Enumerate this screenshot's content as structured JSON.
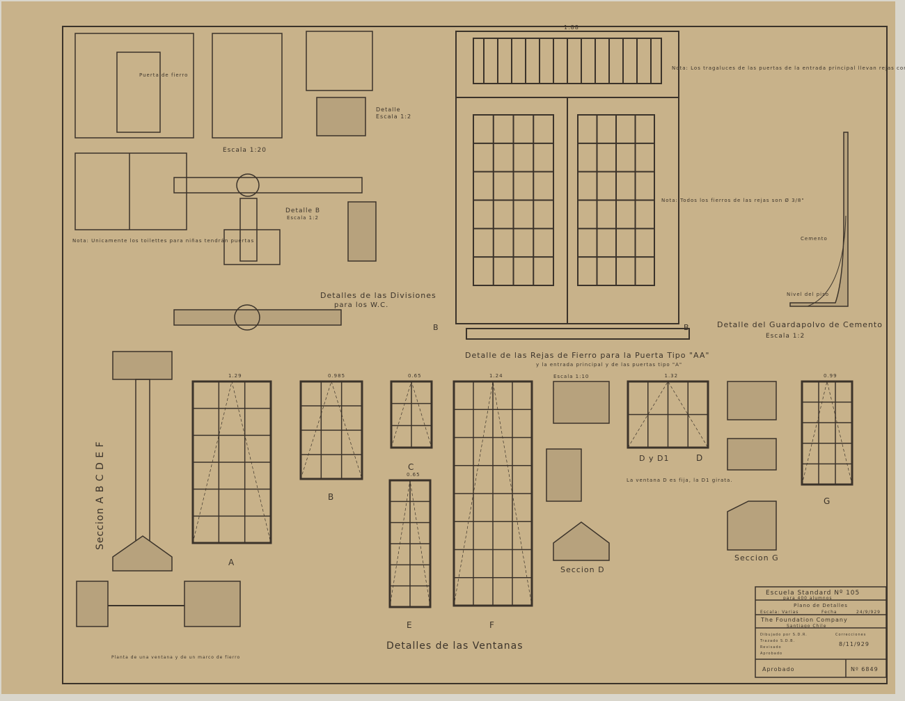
{
  "colors": {
    "paper": "#c8b28a",
    "ink": "#3b332a",
    "margin": "#d9d6cc"
  },
  "sheet_title": "Detalles de las Ventanas",
  "rejas": {
    "title": "Detalle de las Rejas de Fierro para la Puerta Tipo \"AA\"",
    "subtitle": "y la entrada principal y de las puertas tipo \"A\"",
    "scale": "Escala 1:10",
    "note_top": "Nota: Los tragaluces de las puertas de la entrada principal llevan rejas con el mismo diseño",
    "note_side": "Nota: Todos los fierros de las rejas son Ø 3/8\"",
    "section_label": "B",
    "dim_top": "1.88"
  },
  "guardapolvo": {
    "title": "Detalle del Guardapolvo de Cemento",
    "scale": "Escala 1:2",
    "label_cemento": "Cemento",
    "label_piso": "Nivel del piso"
  },
  "divisiones": {
    "title": "Detalles de las Divisiones",
    "subtitle": "para los W.C.",
    "scale_views": "Escala 1:20",
    "detalle_b": "Detalle B",
    "detalle_b_scale": "Escala 1:2",
    "detalle_scale": "Escala 1:2",
    "detalle": "Detalle",
    "puerta": "Puerta de fierro",
    "note": "Nota: Unicamente los toilettes para niñas tendrán puertas"
  },
  "windows": [
    {
      "label": "A",
      "dim": "1.29"
    },
    {
      "label": "B",
      "dim": "0.985"
    },
    {
      "label": "C",
      "dim": "0.65"
    },
    {
      "label": "D",
      "dim": "1.32"
    },
    {
      "label": "E",
      "dim": "0.65"
    },
    {
      "label": "F",
      "dim": "1.24"
    },
    {
      "label": "G",
      "dim": "0.99"
    }
  ],
  "window_dy": {
    "label": "D y D1",
    "note": "La ventana D es fija, la D1 girata."
  },
  "sections": {
    "abcdef": "Seccion A B C D E F",
    "d": "Seccion D",
    "g": "Seccion G",
    "plan": "Planta de una ventana y de un marco de fierro"
  },
  "title_block": {
    "school": "Escuela Standard Nº 105",
    "capacity": "para 400 alumnos",
    "plan": "Plano de Detalles",
    "scale": "Escala: Varias",
    "date_label": "Fecha",
    "date": "24/9/929",
    "company": "The Foundation Company",
    "city": "Santiago Chile",
    "drawn": "Dibujado por S.D.R.",
    "traced": "Trazado S.D.B.",
    "checked": "Revisado",
    "approved_by": "Aprobado",
    "corrections": "Correcciones",
    "correction_date": "8/11/929",
    "approved": "Aprobado",
    "number": "Nº 6849"
  }
}
